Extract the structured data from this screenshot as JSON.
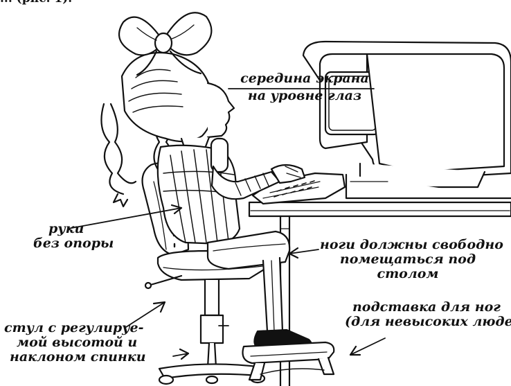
{
  "caption_fragment": "... (рис. 1).",
  "labels": {
    "screen_line1": "середина экрана",
    "screen_line2": "на уровне глаз",
    "arms_line1": "руки",
    "arms_line2": "без опоры",
    "legs_line1": "ноги должны свободно",
    "legs_line2": "помещаться под",
    "legs_line3": "столом",
    "footrest_line1": "подставка для ног",
    "footrest_line2": "(для невысоких людей)",
    "chair_line1": "стул с регулируе-",
    "chair_line2": "мой высотой и",
    "chair_line3": "наклоном спинки"
  },
  "colors": {
    "ink": "#111111",
    "paper": "#ffffff"
  },
  "icons": [
    "child-figure-icon",
    "hair-bow-icon",
    "computer-monitor-icon",
    "keyboard-icon",
    "desk-icon",
    "office-chair-icon",
    "footrest-icon"
  ]
}
